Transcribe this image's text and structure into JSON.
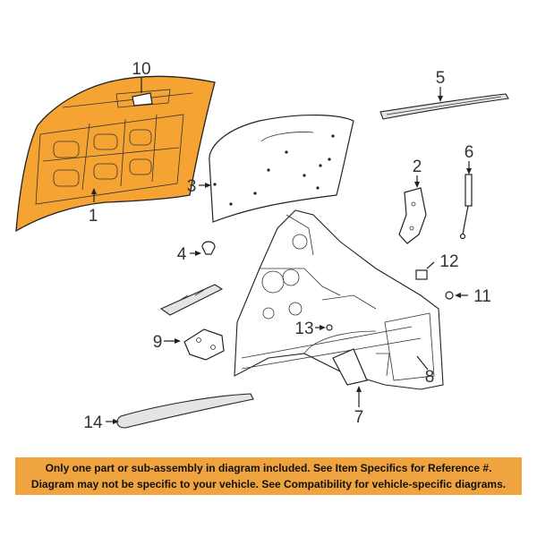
{
  "callouts": {
    "c1": "1",
    "c2": "2",
    "c3": "3",
    "c4": "4",
    "c5": "5",
    "c6": "6",
    "c7": "7",
    "c8": "8",
    "c9": "9",
    "c10": "10",
    "c11": "11",
    "c12": "12",
    "c13": "13",
    "c14": "14"
  },
  "colors": {
    "hood": "#f5a332",
    "notice_bg": "#f0a43f"
  },
  "notice": {
    "line1": "Only one part or sub-assembly in diagram included. See Item Specifics for Reference #.",
    "line2": "Diagram may not be specific to your vehicle. See Compatibility for vehicle-specific diagrams."
  }
}
